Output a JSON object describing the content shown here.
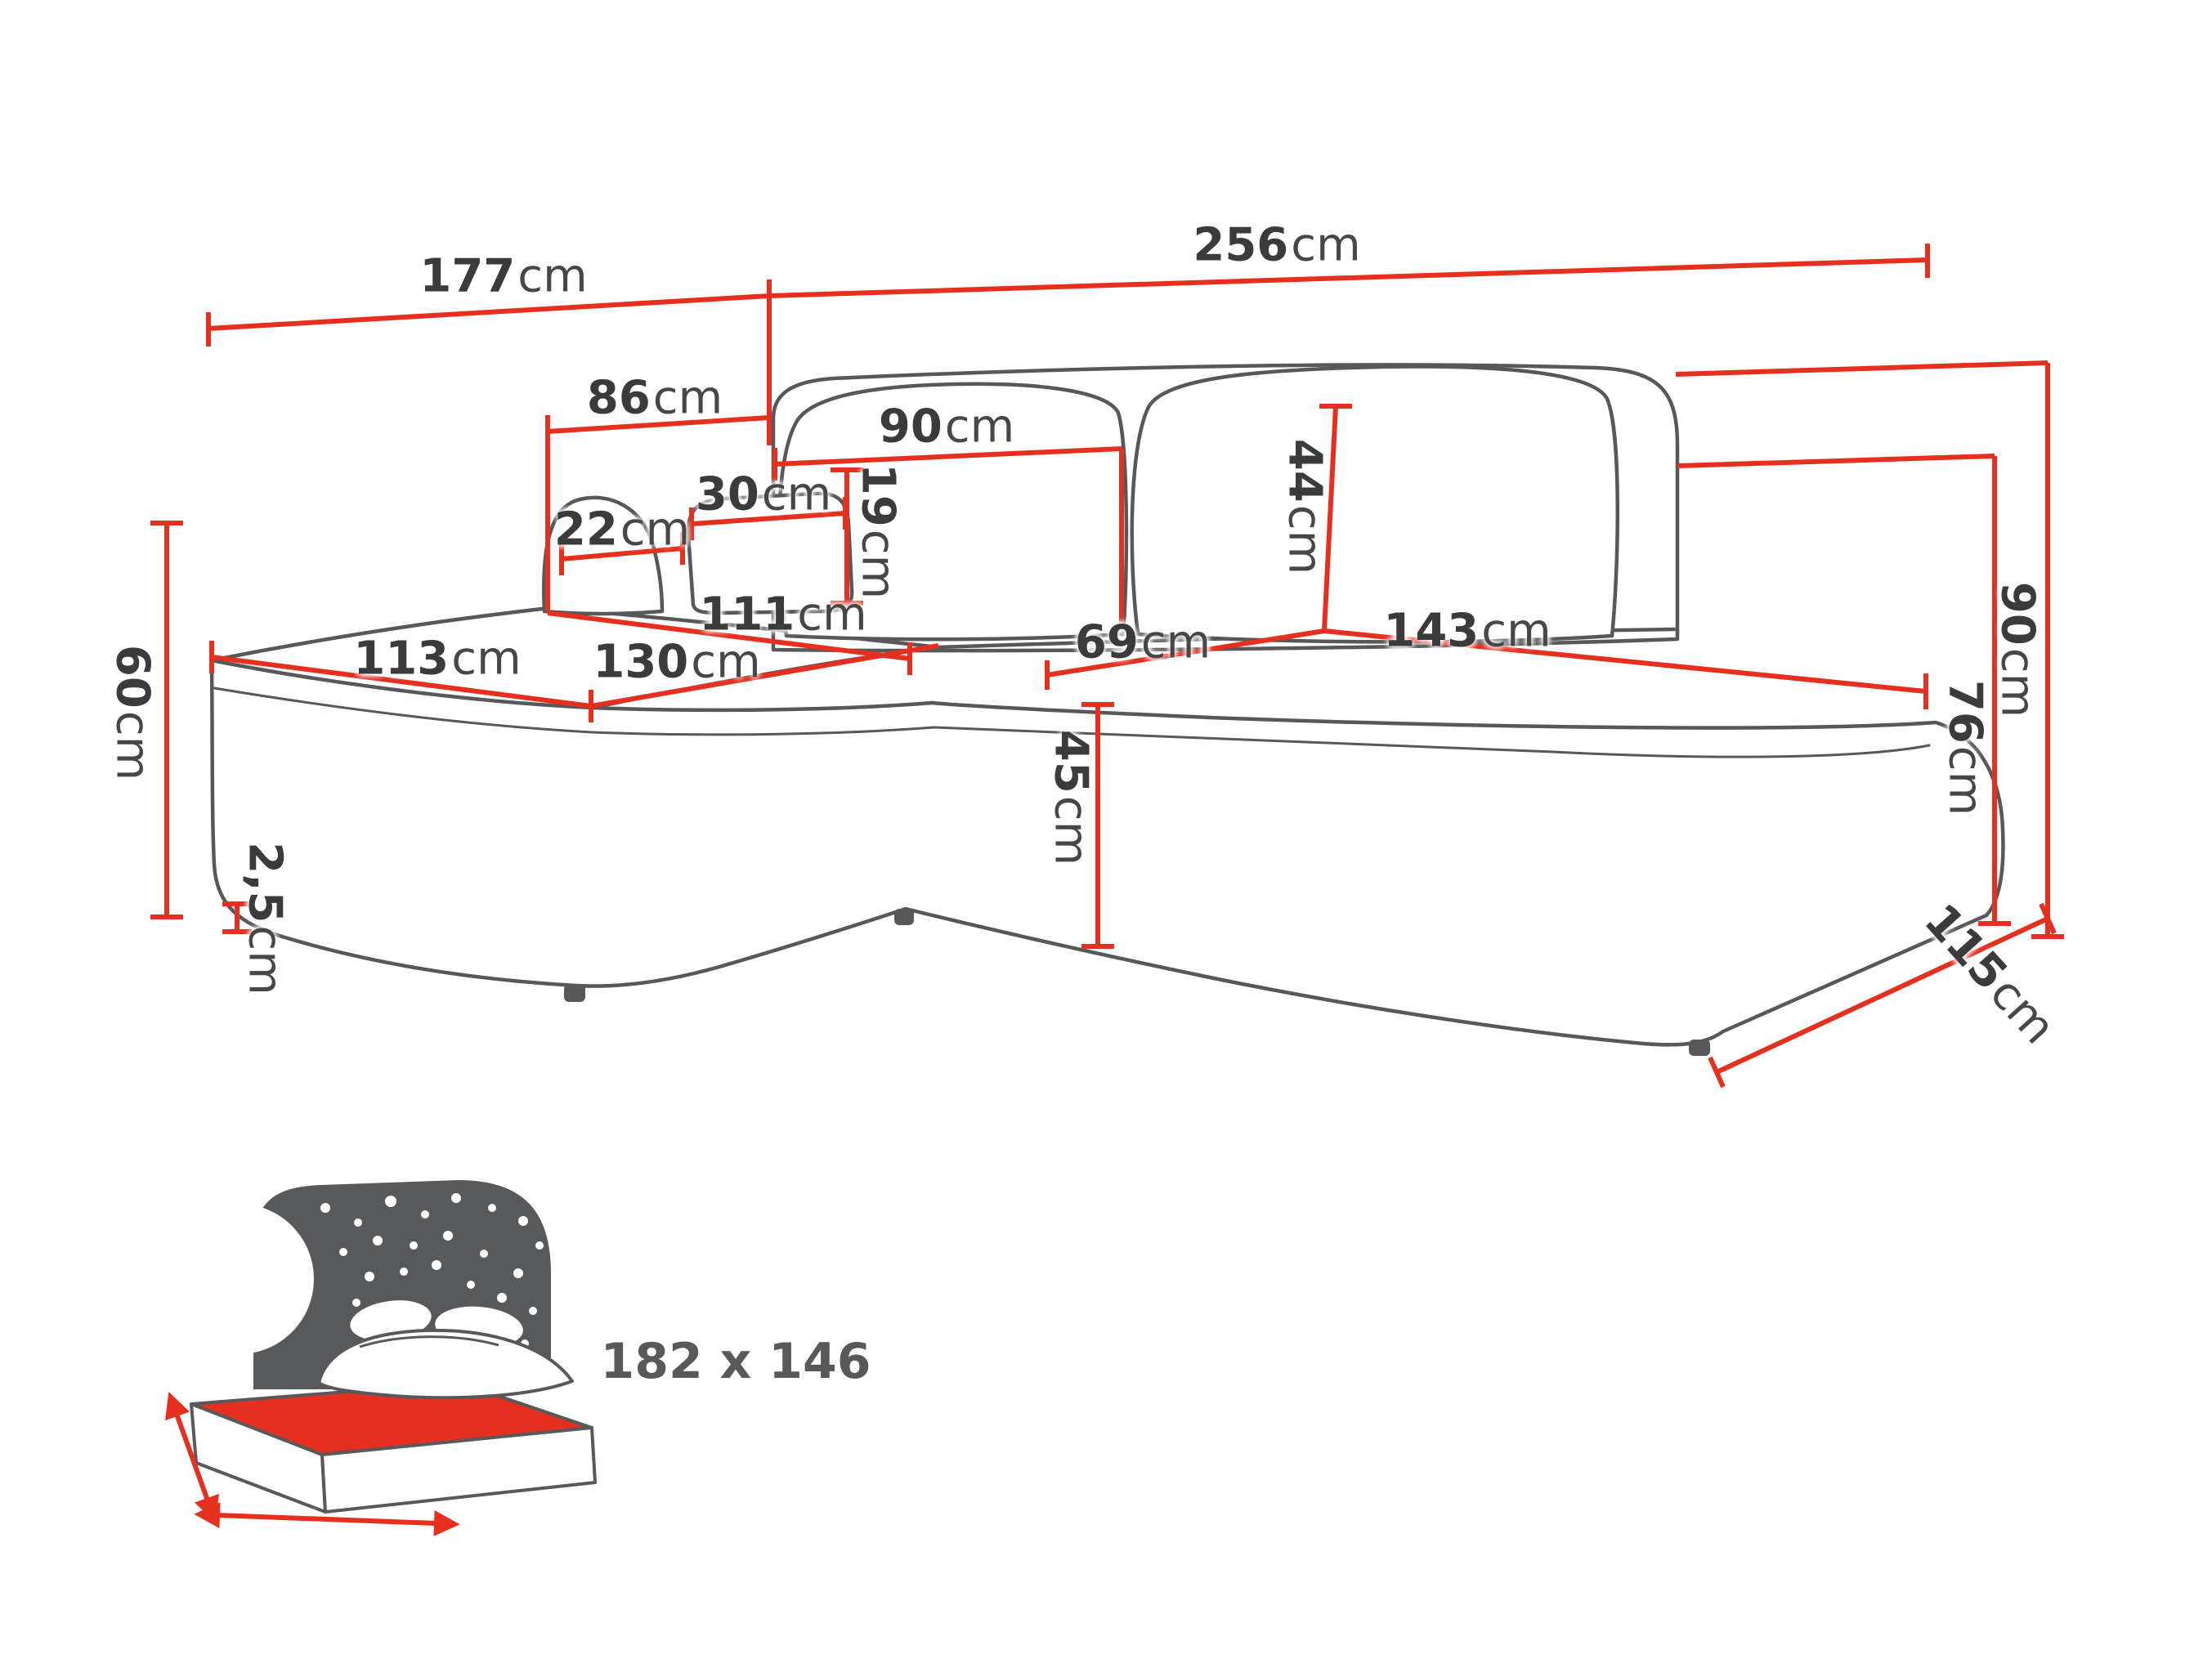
{
  "diagram": {
    "unit": "cm",
    "dimensions": {
      "d177": {
        "value": "177",
        "unit": "cm"
      },
      "d256": {
        "value": "256",
        "unit": "cm"
      },
      "d86": {
        "value": "86",
        "unit": "cm"
      },
      "d90_back": {
        "value": "90",
        "unit": "cm"
      },
      "d30": {
        "value": "30",
        "unit": "cm"
      },
      "d22": {
        "value": "22",
        "unit": "cm"
      },
      "d19": {
        "value": "19",
        "unit": "cm"
      },
      "d44": {
        "value": "44",
        "unit": "cm"
      },
      "d111": {
        "value": "111",
        "unit": "cm"
      },
      "d113": {
        "value": "113",
        "unit": "cm"
      },
      "d130": {
        "value": "130",
        "unit": "cm"
      },
      "d69": {
        "value": "69",
        "unit": "cm"
      },
      "d143": {
        "value": "143",
        "unit": "cm"
      },
      "d60": {
        "value": "60",
        "unit": "cm"
      },
      "d2_5": {
        "value": "2,5",
        "unit": "cm"
      },
      "d45": {
        "value": "45",
        "unit": "cm"
      },
      "d90_height": {
        "value": "90",
        "unit": "cm"
      },
      "d76": {
        "value": "76",
        "unit": "cm"
      },
      "d115": {
        "value": "115",
        "unit": "cm"
      }
    },
    "sleeping_area": {
      "label": "182 x 146"
    },
    "colors": {
      "dimension_red": "#e5301f",
      "outline_gray": "#58595b",
      "label_dark": "#3b3b3b"
    }
  }
}
